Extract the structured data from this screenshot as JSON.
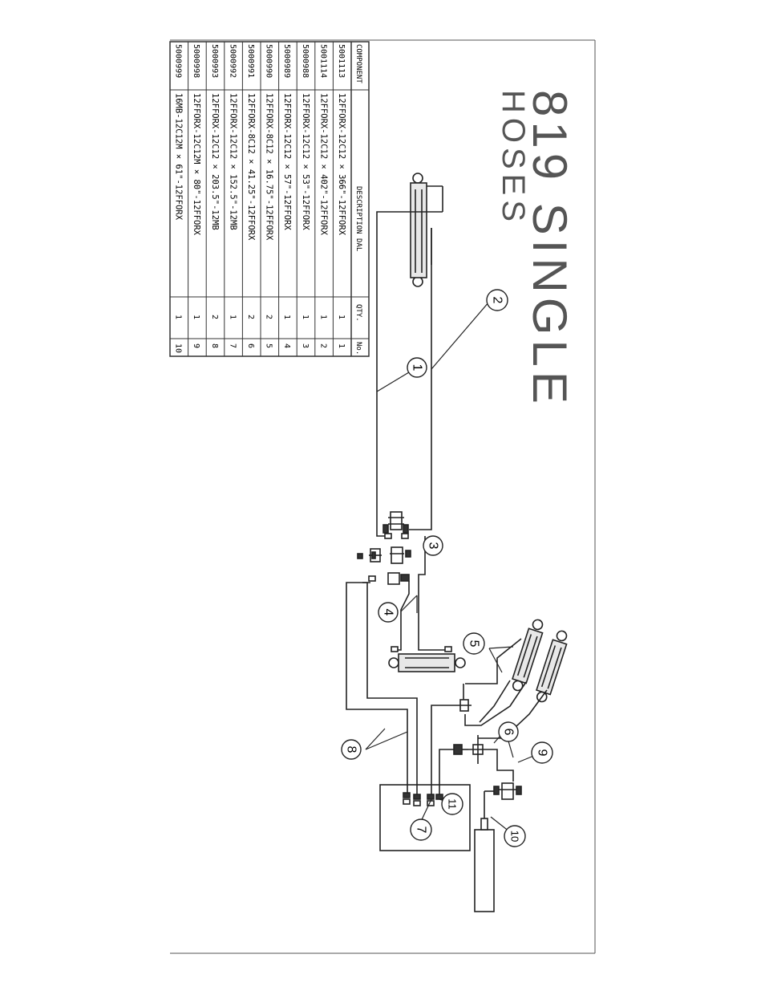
{
  "title": {
    "main": "819 SINGLE",
    "sub": "HOSES"
  },
  "table": {
    "headers": {
      "component": "COMPONENT",
      "description": "DESCRIPTION  DAL",
      "qty": "QTY.",
      "no": "No."
    },
    "rows": [
      {
        "component": "5001113",
        "description": "12FFORX-12C12 × 366\"-12FFORX",
        "qty": "1",
        "no": "1"
      },
      {
        "component": "5001114",
        "description": "12FFORX-12C12 × 402\"-12FFORX",
        "qty": "1",
        "no": "2"
      },
      {
        "component": "5000988",
        "description": "12FFORX-12C12 × 53\"-12FFORX",
        "qty": "1",
        "no": "3"
      },
      {
        "component": "5000989",
        "description": "12FFORX-12C12 × 57\"-12FFORX",
        "qty": "1",
        "no": "4"
      },
      {
        "component": "5000990",
        "description": "12FFORX-8C12 × 16.75\"-12FFORX",
        "qty": "2",
        "no": "5"
      },
      {
        "component": "5000991",
        "description": "12FFORX-8C12 × 41.25\"-12FFORX",
        "qty": "2",
        "no": "6"
      },
      {
        "component": "5000992",
        "description": "12FFORX-12C12 × 152.5\"-12MB",
        "qty": "1",
        "no": "7"
      },
      {
        "component": "5000993",
        "description": "12FFORX-12C12 × 203.5\"-12MB",
        "qty": "2",
        "no": "8"
      },
      {
        "component": "5000998",
        "description": "12FFORX-12C12M × 80\"-12FFORX",
        "qty": "1",
        "no": "9"
      },
      {
        "component": "5000999",
        "description": "16MB-12C12M × 61\"-12FFORX",
        "qty": "1",
        "no": "10"
      }
    ]
  },
  "callouts": [
    "1",
    "2",
    "3",
    "4",
    "5",
    "6",
    "7",
    "8",
    "9",
    "10",
    "11"
  ]
}
